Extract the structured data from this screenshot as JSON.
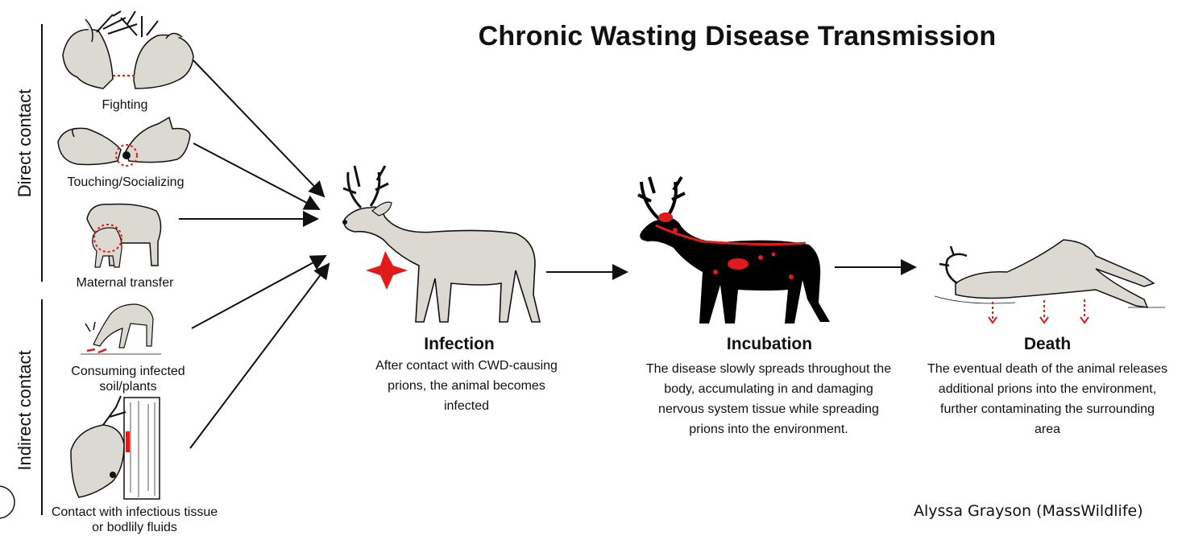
{
  "title": "Chronic Wasting Disease Transmission",
  "groups": {
    "direct": "Direct contact",
    "indirect": "Indirect contact"
  },
  "routes": [
    {
      "label": "Fighting"
    },
    {
      "label": "Touching/Socializing"
    },
    {
      "label": "Maternal transfer"
    },
    {
      "label": "Consuming infected soil/plants"
    },
    {
      "label": "Contact with infectious tissue or bodlily fluids"
    }
  ],
  "stages": [
    {
      "title": "Infection",
      "description": "After contact with CWD-causing prions, the animal becomes infected"
    },
    {
      "title": "Incubation",
      "description": "The disease slowly spreads throughout the body, accumulating in and damaging nervous system tissue while spreading prions into the environment."
    },
    {
      "title": "Death",
      "description": "The eventual death of the animal releases additional prions into the environment, further contaminating the surrounding area"
    }
  ],
  "credit": "Alyssa Grayson (MassWildlife)",
  "colors": {
    "accent": "#e11b1b",
    "deer_fill": "#dcd9d3",
    "stroke": "#111111",
    "infected_body": "#000000"
  }
}
